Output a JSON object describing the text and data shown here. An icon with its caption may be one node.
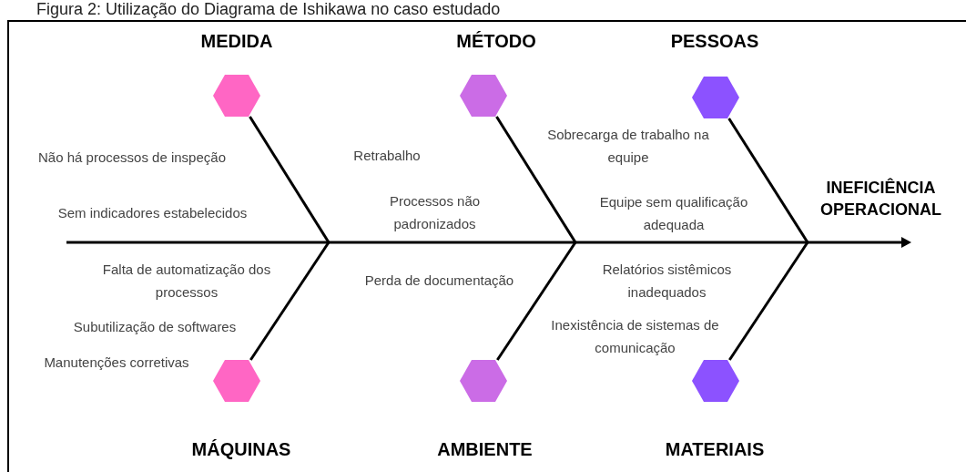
{
  "diagram": {
    "title": "Figura 2: Utilização do Diagrama de Ishikawa no caso estudado",
    "nodes": [
      {
        "text": [],
        "shape": "hexagon",
        "beside": [
          "MEDIDA"
        ]
      },
      {
        "text": [],
        "shape": "hexagon",
        "beside": [
          "MÉTODO"
        ]
      },
      {
        "text": [],
        "shape": "hexagon",
        "beside": [
          "PESSOAS"
        ]
      },
      {
        "text": [],
        "shape": "hexagon",
        "beside": [
          "MÁQUINAS"
        ]
      },
      {
        "text": [],
        "shape": "hexagon",
        "beside": [
          "AMBIENTE"
        ]
      },
      {
        "text": [],
        "shape": "hexagon",
        "beside": [
          "MATERIAIS"
        ]
      }
    ],
    "edges": [
      {
        "from": 0,
        "to": null,
        "arrow": "none"
      },
      {
        "from": 1,
        "to": null,
        "arrow": "none"
      },
      {
        "from": 2,
        "to": null,
        "arrow": "none"
      },
      {
        "from": 3,
        "to": null,
        "arrow": "none"
      },
      {
        "from": 4,
        "to": null,
        "arrow": "none"
      },
      {
        "from": 5,
        "to": null,
        "arrow": "none"
      }
    ],
    "labels": [
      "Sobrecarga de trabalho na equipe",
      "Não há processos de inspeção",
      "Retrabalho",
      "INEFICIÊNCIA OPERACIONAL",
      "Sem indicadores estabelecidos",
      "Processos não padronizados",
      "Equipe sem qualificação adequada",
      "Falta de automatização dos processos",
      "Relatórios sistêmicos inadequados",
      "Perda de documentação",
      "Subutilização de softwares",
      "Inexistência de sistemas de comunicação",
      "Manutenções corretivas"
    ]
  }
}
